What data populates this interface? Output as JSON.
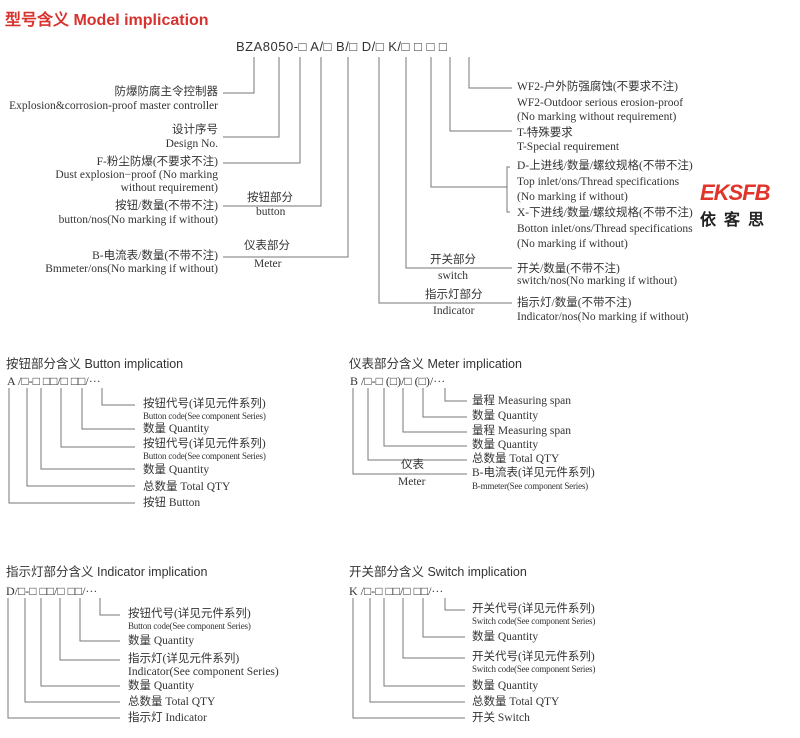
{
  "title": "型号含义  Model implication",
  "model_code": "BZA8050-□ A/□ B/□ D/□ K/□  □  □  □",
  "top": {
    "l1_cn": "防爆防腐主令控制器",
    "l1_en": "Explosion&corrosion-proof master controller",
    "l2_cn": "设计序号",
    "l2_en": "Design No.",
    "l3_cn": "F-粉尘防爆(不要求不注)",
    "l3_en1": "Dust explosion−proof (No marking",
    "l3_en2": "without requirement)",
    "l4_cn": "按钮/数量(不带不注)",
    "l4_en": "button/nos(No marking if without)",
    "l5_cn": "B-电流表/数量(不带不注)",
    "l5_en": "Bmmeter/ons(No marking if without)",
    "button_part_cn": "按钮部分",
    "button_part_en": "button",
    "meter_part_cn": "仪表部分",
    "meter_part_en": "Meter",
    "switch_part_cn": "开关部分",
    "switch_part_en": "switch",
    "indicator_part_cn": "指示灯部分",
    "indicator_part_en": "Indicator",
    "r1_cn": "WF2-户外防强腐蚀(不要求不注)",
    "r1_en1": "WF2-Outdoor serious erosion-proof",
    "r1_en2": "(No marking without requirement)",
    "r2_cn": "T-特殊要求",
    "r2_en": "T-Special requirement",
    "r3_cn": "D-上进线/数量/螺纹规格(不带不注)",
    "r3_en1": "Top inlet/ons/Thread specifications",
    "r3_en2": "(No marking if without)",
    "r4_cn": "X-下进线/数量/螺纹规格(不带不注)",
    "r4_en1": "Botton inlet/ons/Thread specifications",
    "r4_en2": "(No marking if without)",
    "r5_cn": "开关/数量(不带不注)",
    "r5_en": "switch/nos(No marking if without)",
    "r6_cn": "指示灯/数量(不带不注)",
    "r6_en": "Indicator/nos(No marking if without)"
  },
  "logo": {
    "en": "EKSFB",
    "cn": "依客思"
  },
  "button": {
    "title": "按钮部分含义 Button implication",
    "code": "A /□-□ □□/□ □□/···",
    "labels": [
      "按钮代号(详见元件系列)",
      "Button code(See component Series)",
      "数量 Quantity",
      "按钮代号(详见元件系列)",
      "Button code(See component Series)",
      "数量 Quantity",
      "总数量 Total QTY",
      "按钮 Button"
    ]
  },
  "meter": {
    "title": "仪表部分含义 Meter implication",
    "code": "B /□-□ (□)/□ (□)/···",
    "labels": [
      "量程 Measuring span",
      "数量 Quantity",
      "量程 Measuring span",
      "数量 Quantity",
      "总数量 Total QTY",
      "B-电流表(详见元件系列)",
      "B-mmeter(See component Series)"
    ],
    "part_cn": "仪表",
    "part_en": "Meter"
  },
  "indicator": {
    "title": "指示灯部分含义 Indicator implication",
    "code": "D/□-□ □□/□ □□/···",
    "labels": [
      "按钮代号(详见元件系列)",
      "Button code(See component Series)",
      "数量 Quantity",
      "指示灯(详见元件系列)",
      "Indicator(See component Series)",
      "数量 Quantity",
      "总数量 Total QTY",
      "指示灯 Indicator"
    ]
  },
  "switch": {
    "title": "开关部分含义 Switch implication",
    "code": "K /□-□ □□/□ □□/···",
    "labels": [
      "开关代号(详见元件系列)",
      "Switch code(See component Series)",
      "数量 Quantity",
      "开关代号(详见元件系列)",
      "Switch code(See component Series)",
      "数量 Quantity",
      "总数量 Total QTY",
      "开关 Switch"
    ]
  }
}
